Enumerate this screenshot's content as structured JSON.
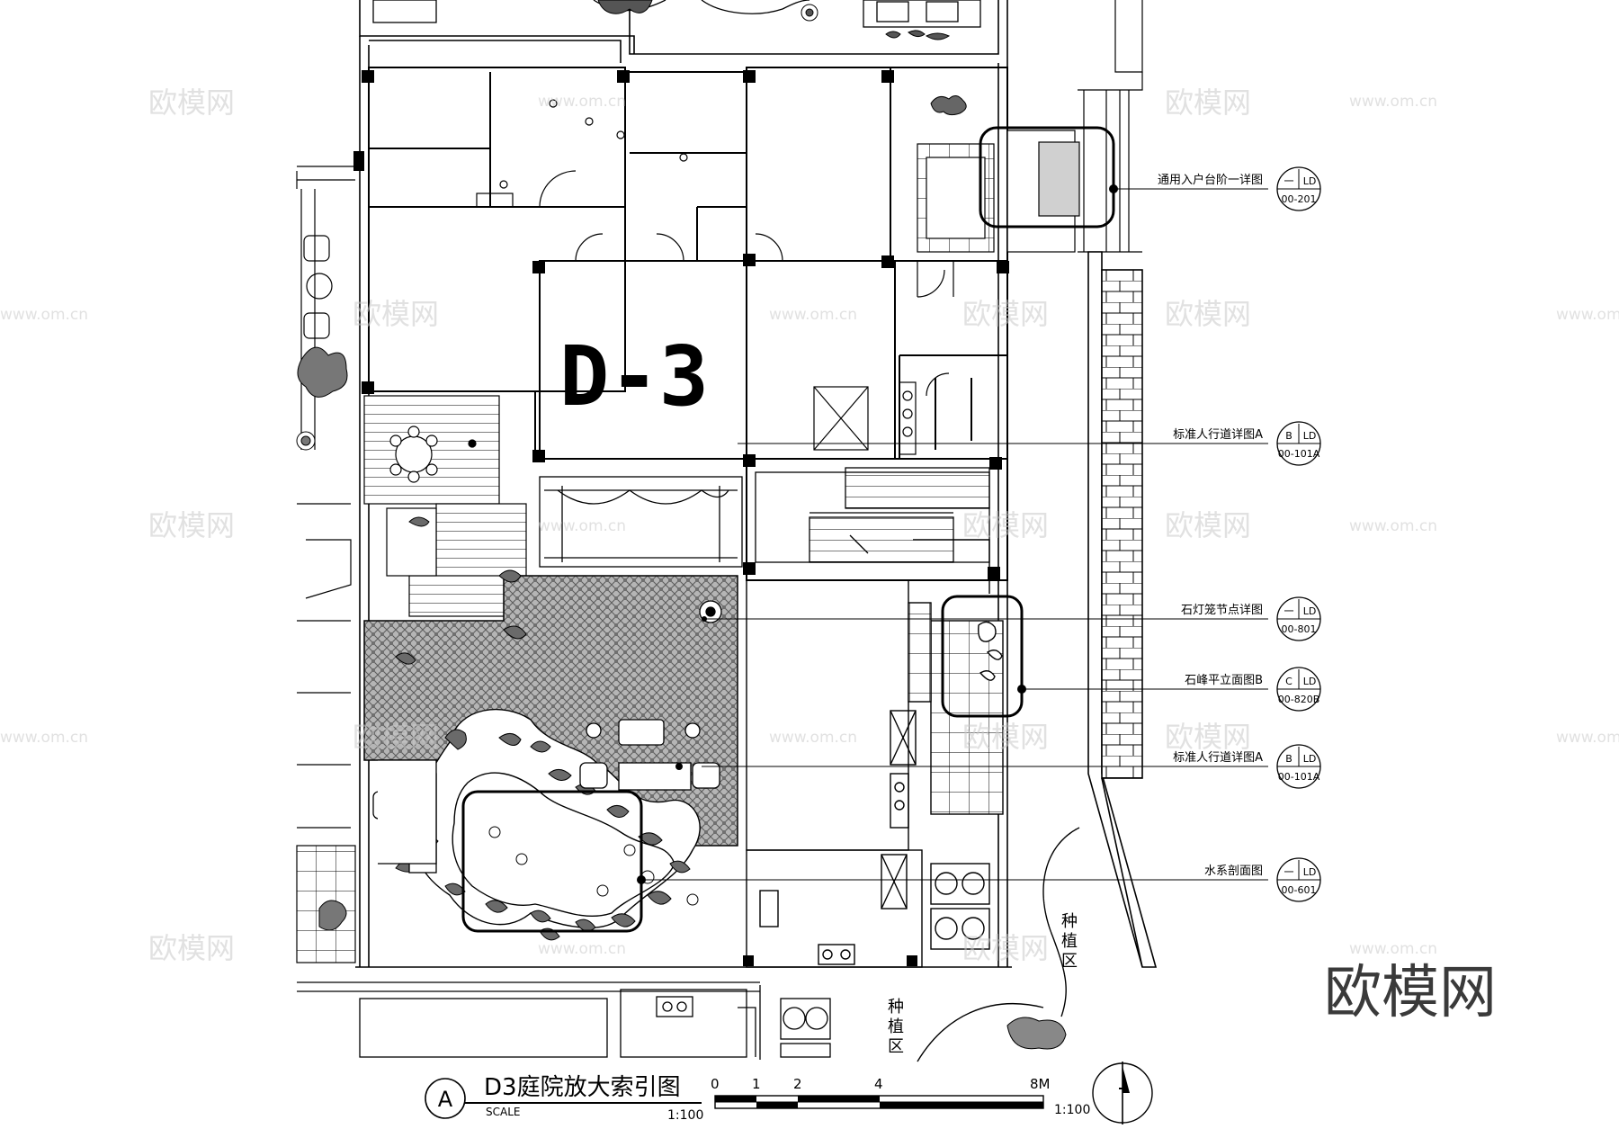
{
  "drawing": {
    "block_label": "D-3",
    "planting_zone_label_1": "种植区",
    "planting_zone_label_2": "种植区"
  },
  "callouts": [
    {
      "text": "通用入户台阶一详图",
      "top": "一",
      "right": "LD",
      "ref": "00-201"
    },
    {
      "text": "标准人行道详图A",
      "top": "B",
      "right": "LD",
      "ref": "00-101A"
    },
    {
      "text": "石灯笼节点详图",
      "top": "一",
      "right": "LD",
      "ref": "00-801"
    },
    {
      "text": "石峰平立面图B",
      "top": "C",
      "right": "LD",
      "ref": "00-820B"
    },
    {
      "text": "标准人行道详图A",
      "top": "B",
      "right": "LD",
      "ref": "00-101A"
    },
    {
      "text": "水系剖面图",
      "top": "一",
      "right": "LD",
      "ref": "00-601"
    }
  ],
  "title_block": {
    "marker": "A",
    "title": "D3庭院放大索引图",
    "scale_word": "SCALE",
    "scale_value": "1:100",
    "bar_labels": [
      "0",
      "1",
      "2",
      "4",
      "8M"
    ],
    "bar_scale_value": "1:100"
  },
  "watermark": {
    "brand": "欧模网",
    "url": "www.om.cn"
  },
  "colors": {
    "line": "#000000",
    "paving_fill": "#8a8a8a",
    "watermark": "#c8c8c8",
    "background": "#ffffff"
  }
}
